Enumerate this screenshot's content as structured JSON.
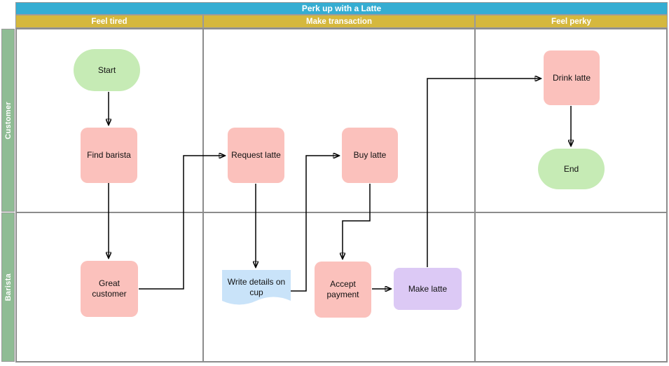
{
  "diagram": {
    "title": "Perk up with a Latte",
    "phases": [
      {
        "label": "Feel tired"
      },
      {
        "label": "Make transaction"
      },
      {
        "label": "Feel perky"
      }
    ],
    "lanes": [
      {
        "label": "Customer"
      },
      {
        "label": "Barista"
      }
    ],
    "nodes": [
      {
        "id": "start",
        "label": "Start",
        "type": "terminator",
        "lane": "Customer",
        "phase": "Feel tired"
      },
      {
        "id": "find-barista",
        "label": "Find barista",
        "type": "process",
        "lane": "Customer",
        "phase": "Feel tired"
      },
      {
        "id": "request-latte",
        "label": "Request latte",
        "type": "process",
        "lane": "Customer",
        "phase": "Make transaction"
      },
      {
        "id": "buy-latte",
        "label": "Buy latte",
        "type": "process",
        "lane": "Customer",
        "phase": "Make transaction"
      },
      {
        "id": "drink-latte",
        "label": "Drink latte",
        "type": "process",
        "lane": "Customer",
        "phase": "Feel perky"
      },
      {
        "id": "end",
        "label": "End",
        "type": "terminator",
        "lane": "Customer",
        "phase": "Feel perky"
      },
      {
        "id": "great-customer",
        "label": "Great customer",
        "type": "process",
        "lane": "Barista",
        "phase": "Feel tired"
      },
      {
        "id": "write-details-on-cup",
        "label": "Write details on cup",
        "type": "document",
        "lane": "Barista",
        "phase": "Make transaction"
      },
      {
        "id": "accept-payment",
        "label": "Accept payment",
        "type": "process",
        "lane": "Barista",
        "phase": "Make transaction"
      },
      {
        "id": "make-latte",
        "label": "Make latte",
        "type": "process-alt",
        "lane": "Barista",
        "phase": "Make transaction"
      }
    ],
    "edges": [
      {
        "from": "start",
        "to": "find-barista"
      },
      {
        "from": "find-barista",
        "to": "great-customer"
      },
      {
        "from": "great-customer",
        "to": "request-latte"
      },
      {
        "from": "request-latte",
        "to": "write-details-on-cup"
      },
      {
        "from": "write-details-on-cup",
        "to": "buy-latte"
      },
      {
        "from": "buy-latte",
        "to": "accept-payment"
      },
      {
        "from": "accept-payment",
        "to": "make-latte"
      },
      {
        "from": "make-latte",
        "to": "drink-latte"
      },
      {
        "from": "drink-latte",
        "to": "end"
      }
    ],
    "colors": {
      "title_bar": "#35ADD2",
      "phase_bar": "#D5B83D",
      "lane_bar": "#8FBC94",
      "process_fill": "#FBC1BC",
      "terminator_fill": "#C6EBB5",
      "document_fill": "#C9E3F9",
      "alt_process_fill": "#DCC9F5",
      "grid_border": "#8C8C8C"
    }
  }
}
